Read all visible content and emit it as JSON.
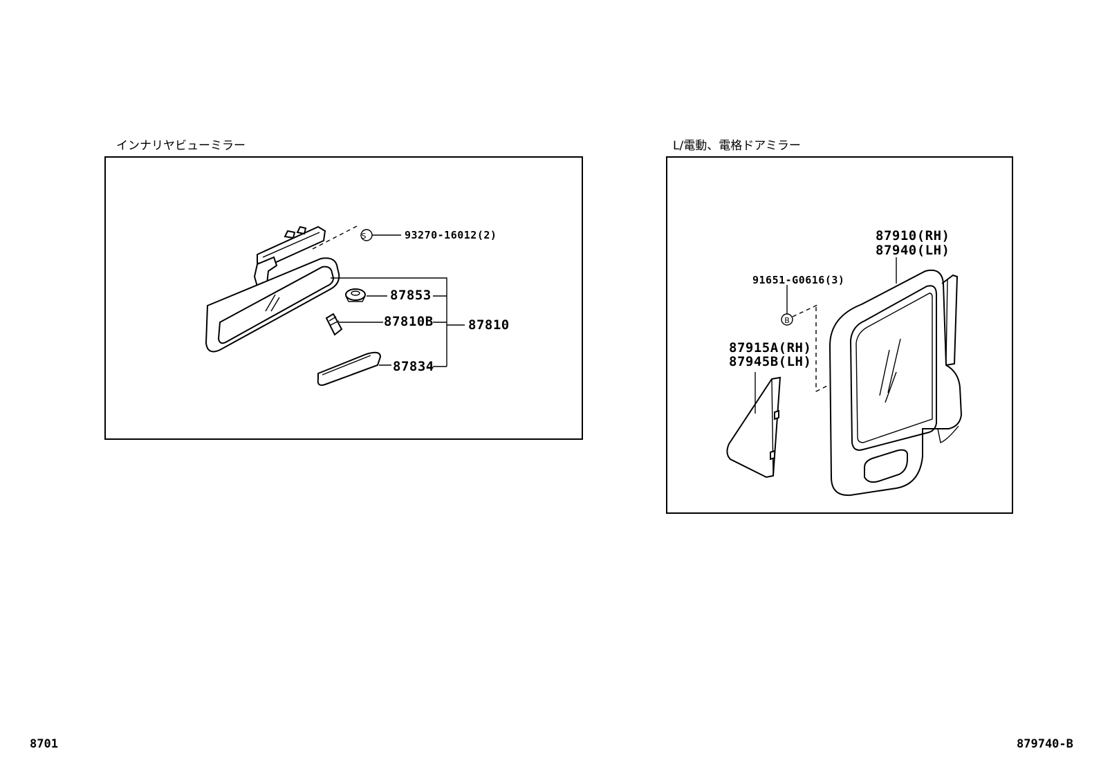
{
  "left_panel": {
    "title": "インナリヤビューミラー",
    "parts": {
      "bolt": "93270-16012(2)",
      "cover": "87853",
      "bulb": "87810B",
      "lens": "87834",
      "assembly": "87810"
    },
    "marker": "S"
  },
  "right_panel": {
    "title": "L/電動、電格ドアミラー",
    "parts": {
      "mirror_rh": "87910(RH)",
      "mirror_lh": "87940(LH)",
      "screw": "91651-G0616(3)",
      "cover_rh": "87915A(RH)",
      "cover_lh": "87945B(LH)"
    },
    "marker": "B"
  },
  "footer": {
    "left_code": "8701",
    "right_code": "879740-B"
  }
}
